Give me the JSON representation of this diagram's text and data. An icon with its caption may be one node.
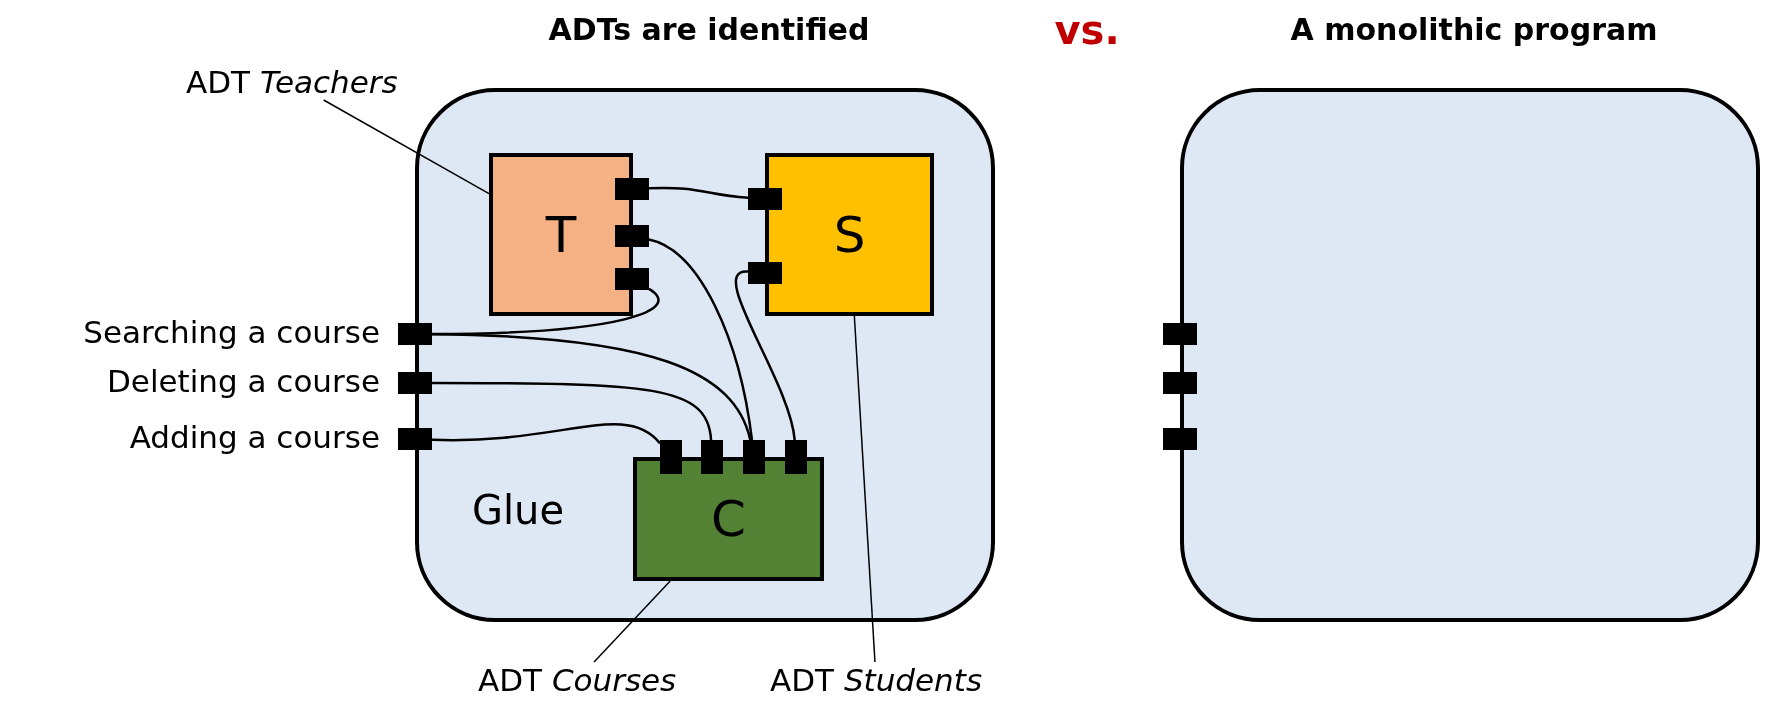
{
  "diagram": {
    "nodes": [
      {
        "text": [
          "ADTs are identified",
          "Glue"
        ]
      },
      {
        "text": [
          "T"
        ],
        "in": 0
      },
      {
        "text": [],
        "shape": "box",
        "in": 0
      },
      {
        "text": [],
        "shape": "box",
        "in": 0
      },
      {
        "text": [],
        "shape": "box",
        "in": 0
      },
      {
        "text": [
          "S"
        ],
        "in": 0
      },
      {
        "text": [],
        "shape": "box",
        "in": 0
      },
      {
        "text": [],
        "shape": "box",
        "in": 0
      },
      {
        "text": [],
        "shape": "box",
        "beside": [
          "Searching a course"
        ]
      },
      {
        "text": [],
        "shape": "box",
        "beside": [
          "Deleting a course"
        ]
      },
      {
        "text": [],
        "shape": "box",
        "beside": [
          "Adding a course"
        ]
      },
      {
        "text": [
          "C"
        ],
        "in": 0
      },
      {
        "text": [],
        "shape": "box",
        "in": 0
      },
      {
        "text": [],
        "shape": "box",
        "in": 0
      },
      {
        "text": [],
        "shape": "box",
        "in": 0
      },
      {
        "text": [],
        "shape": "box",
        "in": 0
      },
      {
        "text": [
          "ADT *Teachers*"
        ]
      },
      {
        "text": [
          "ADT *Courses*"
        ]
      },
      {
        "text": [
          "ADT *Students*"
        ]
      },
      {
        "text": [
          "A monolithic program"
        ]
      },
      {
        "text": [],
        "shape": "box"
      },
      {
        "text": [],
        "shape": "box"
      },
      {
        "text": [],
        "shape": "box"
      }
    ],
    "edges": [
      {
        "from": 2,
        "to": 6,
        "arrow": "none"
      },
      {
        "from": 3,
        "to": 14,
        "arrow": "none"
      },
      {
        "from": 8,
        "to": 4,
        "arrow": "none"
      },
      {
        "from": 8,
        "to": 14,
        "arrow": "none"
      },
      {
        "from": 9,
        "to": 13,
        "arrow": "none"
      },
      {
        "from": 10,
        "to": 12,
        "arrow": "none"
      },
      {
        "from": 7,
        "to": 15,
        "arrow": "none"
      },
      {
        "from": 16,
        "to": 1,
        "arrow": "none"
      },
      {
        "from": 17,
        "to": 11,
        "arrow": "none"
      },
      {
        "from": 18,
        "to": 5,
        "arrow": "none"
      }
    ],
    "labels": [
      "vs."
    ]
  }
}
